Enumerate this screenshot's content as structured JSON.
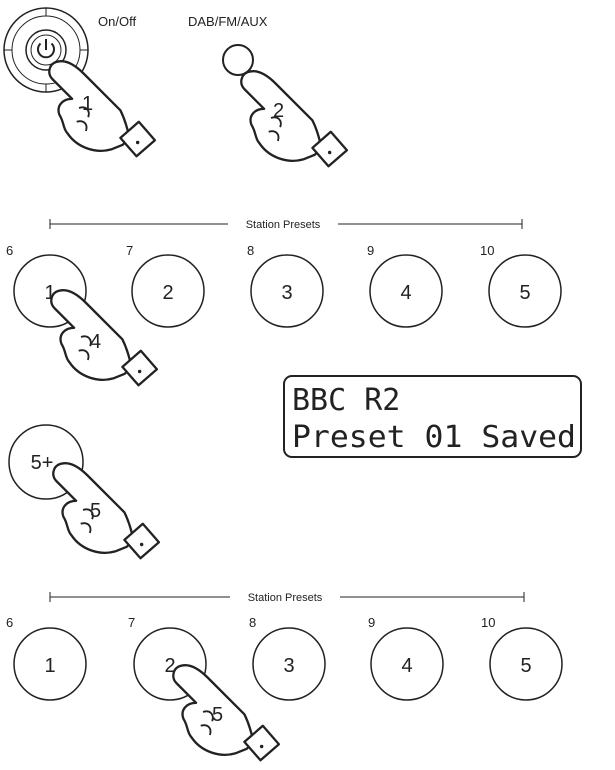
{
  "top_buttons": {
    "power": {
      "label": "On/Off",
      "step": "1"
    },
    "mode": {
      "label": "DAB/FM/AUX",
      "step": "2"
    }
  },
  "preset_row_1": {
    "label": "Station Presets",
    "buttons": [
      {
        "main": "1",
        "alt": "6"
      },
      {
        "main": "2",
        "alt": "7"
      },
      {
        "main": "3",
        "alt": "8"
      },
      {
        "main": "4",
        "alt": "9"
      },
      {
        "main": "5",
        "alt": "10"
      }
    ],
    "step": "4"
  },
  "display": {
    "line1": "BBC R2",
    "line2": "Preset 01 Saved"
  },
  "shift_button": {
    "label": "5+",
    "step": "5"
  },
  "preset_row_2": {
    "label": "Station Presets",
    "buttons": [
      {
        "main": "1",
        "alt": "6"
      },
      {
        "main": "2",
        "alt": "7"
      },
      {
        "main": "3",
        "alt": "8"
      },
      {
        "main": "4",
        "alt": "9"
      },
      {
        "main": "5",
        "alt": "10"
      }
    ],
    "step": "5"
  },
  "colors": {
    "ink": "#222222",
    "background": "#ffffff",
    "hand_fill": "#ffffff"
  },
  "icons": {
    "power": "power-icon",
    "finger": "pointing-hand-icon"
  }
}
